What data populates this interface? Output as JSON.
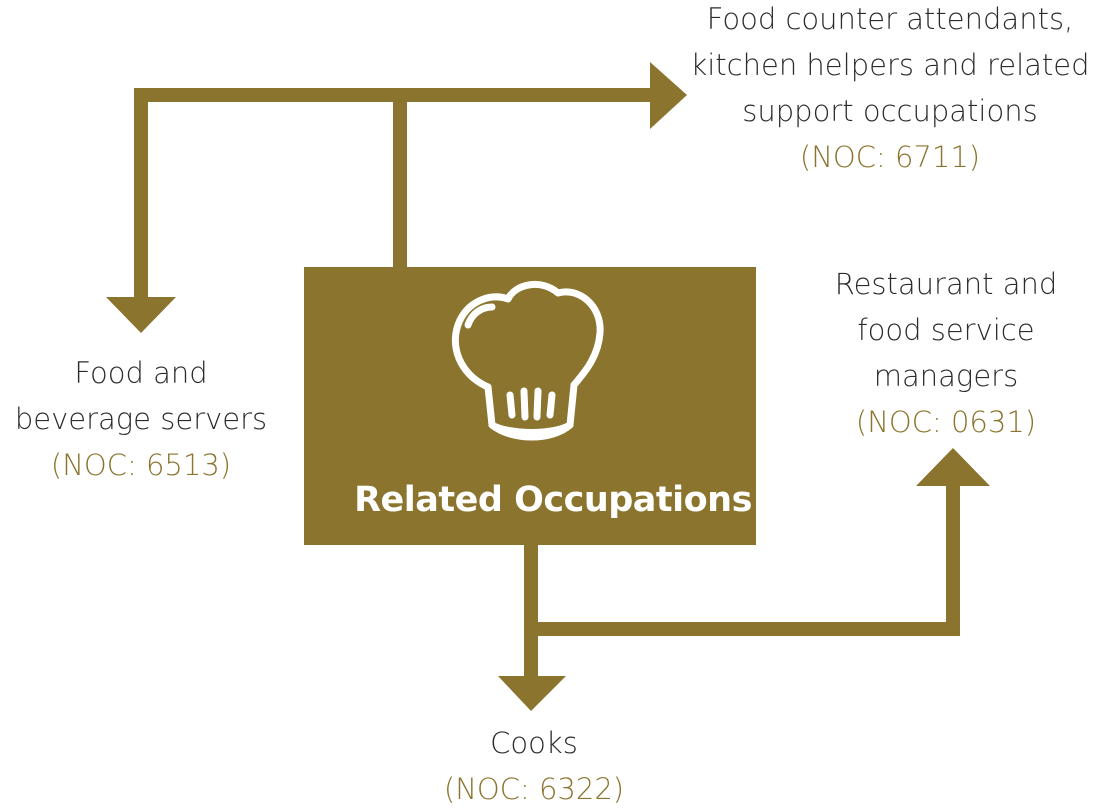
{
  "center": {
    "title": "Related Occupations",
    "icon": "chef-hat-icon"
  },
  "colors": {
    "accent": "#8a742e",
    "text": "#2b2b2b",
    "on_accent": "#ffffff"
  },
  "occupations": [
    {
      "lines": [
        "Food counter attendants,",
        "kitchen helpers and related",
        "support occupations"
      ],
      "noc": "(NOC: 6711)"
    },
    {
      "lines": [
        "Food and",
        "beverage servers"
      ],
      "noc": "(NOC: 6513)"
    },
    {
      "lines": [
        "Restaurant and",
        "food service",
        "managers"
      ],
      "noc": "(NOC: 0631)"
    },
    {
      "lines": [
        "Cooks"
      ],
      "noc": "(NOC: 6322)"
    }
  ]
}
